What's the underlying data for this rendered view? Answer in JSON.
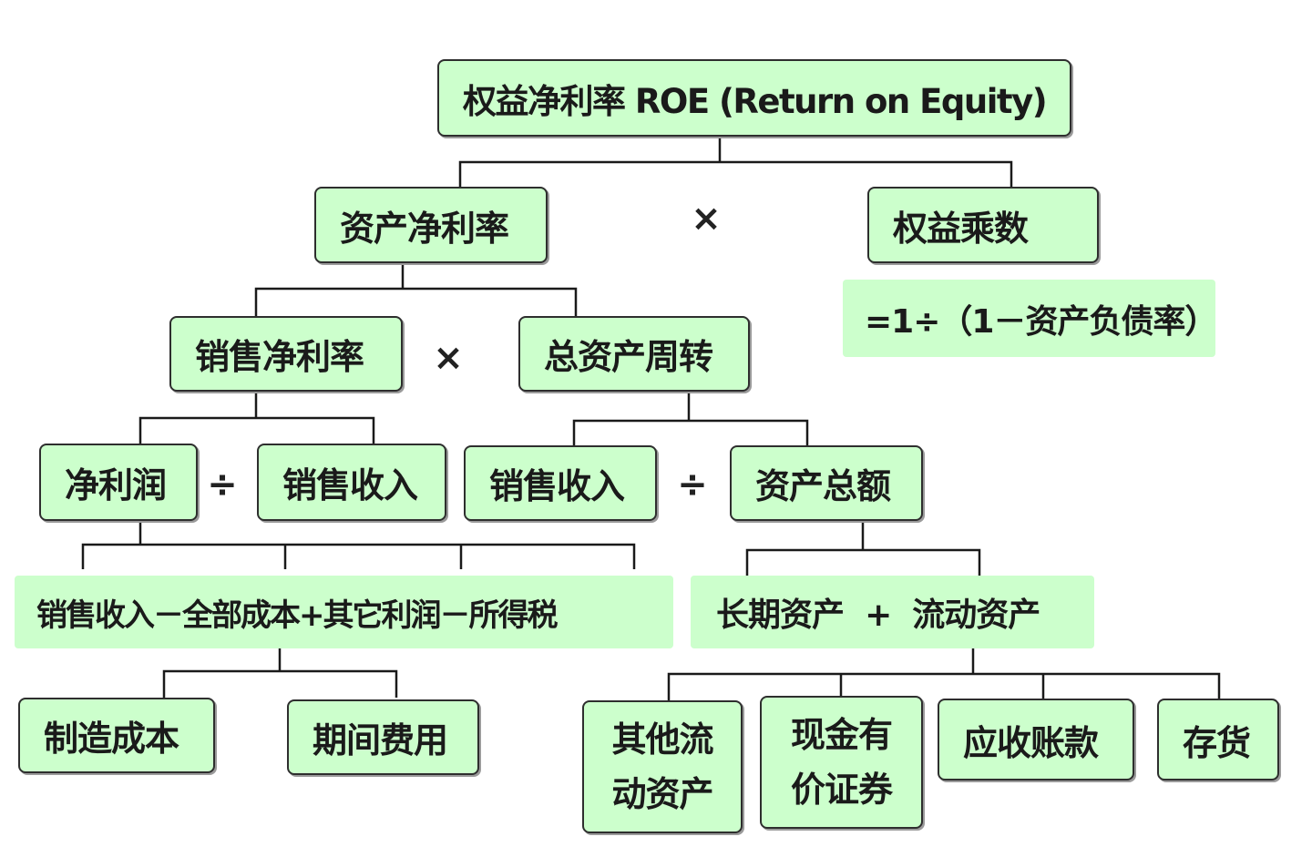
{
  "nodes": {
    "roe": "权益净利率 ROE (Return on Equity)",
    "asset_net_margin": "资产净利率",
    "equity_multiplier": "权益乘数",
    "equity_multiplier_formula": "=1÷（1－资产负债率）",
    "sales_net_margin": "销售净利率",
    "total_asset_turnover": "总资产周转",
    "net_profit": "净利润",
    "sales_revenue_1": "销售收入",
    "sales_revenue_2": "销售收入",
    "total_assets": "资产总额",
    "net_profit_formula": "销售收入－全部成本+其它利润－所得税",
    "total_assets_formula": "长期资产  +  流动资产",
    "manufacturing_cost": "制造成本",
    "period_expenses": "期间费用",
    "other_current_assets_line1": "其他流",
    "other_current_assets_line2": "动资产",
    "cash_securities_line1": "现金有",
    "cash_securities_line2": "价证券",
    "accounts_receivable": "应收账款",
    "inventory": "存货"
  },
  "operators": {
    "multiply": "×",
    "divide": "÷"
  },
  "colors": {
    "node_fill": "#ccffcc",
    "node_border": "#2e2e2e",
    "line": "#1a1a1a"
  }
}
